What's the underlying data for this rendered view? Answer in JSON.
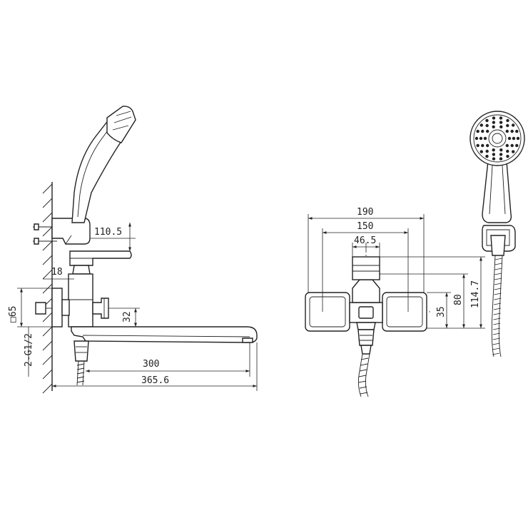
{
  "side_view": {
    "dim_handle_height": "110.5",
    "dim_offset": "18",
    "dim_square": "□65",
    "dim_spout_height": "32",
    "dim_thread": "2-G1/2",
    "dim_spout_length": "300",
    "dim_total_length": "365.6"
  },
  "front_view": {
    "dim_width_outer": "190",
    "dim_width_inner": "150",
    "dim_body_width": "46.5",
    "dim_height_total": "114.7",
    "dim_height_body": "80",
    "dim_height_center": "35"
  }
}
